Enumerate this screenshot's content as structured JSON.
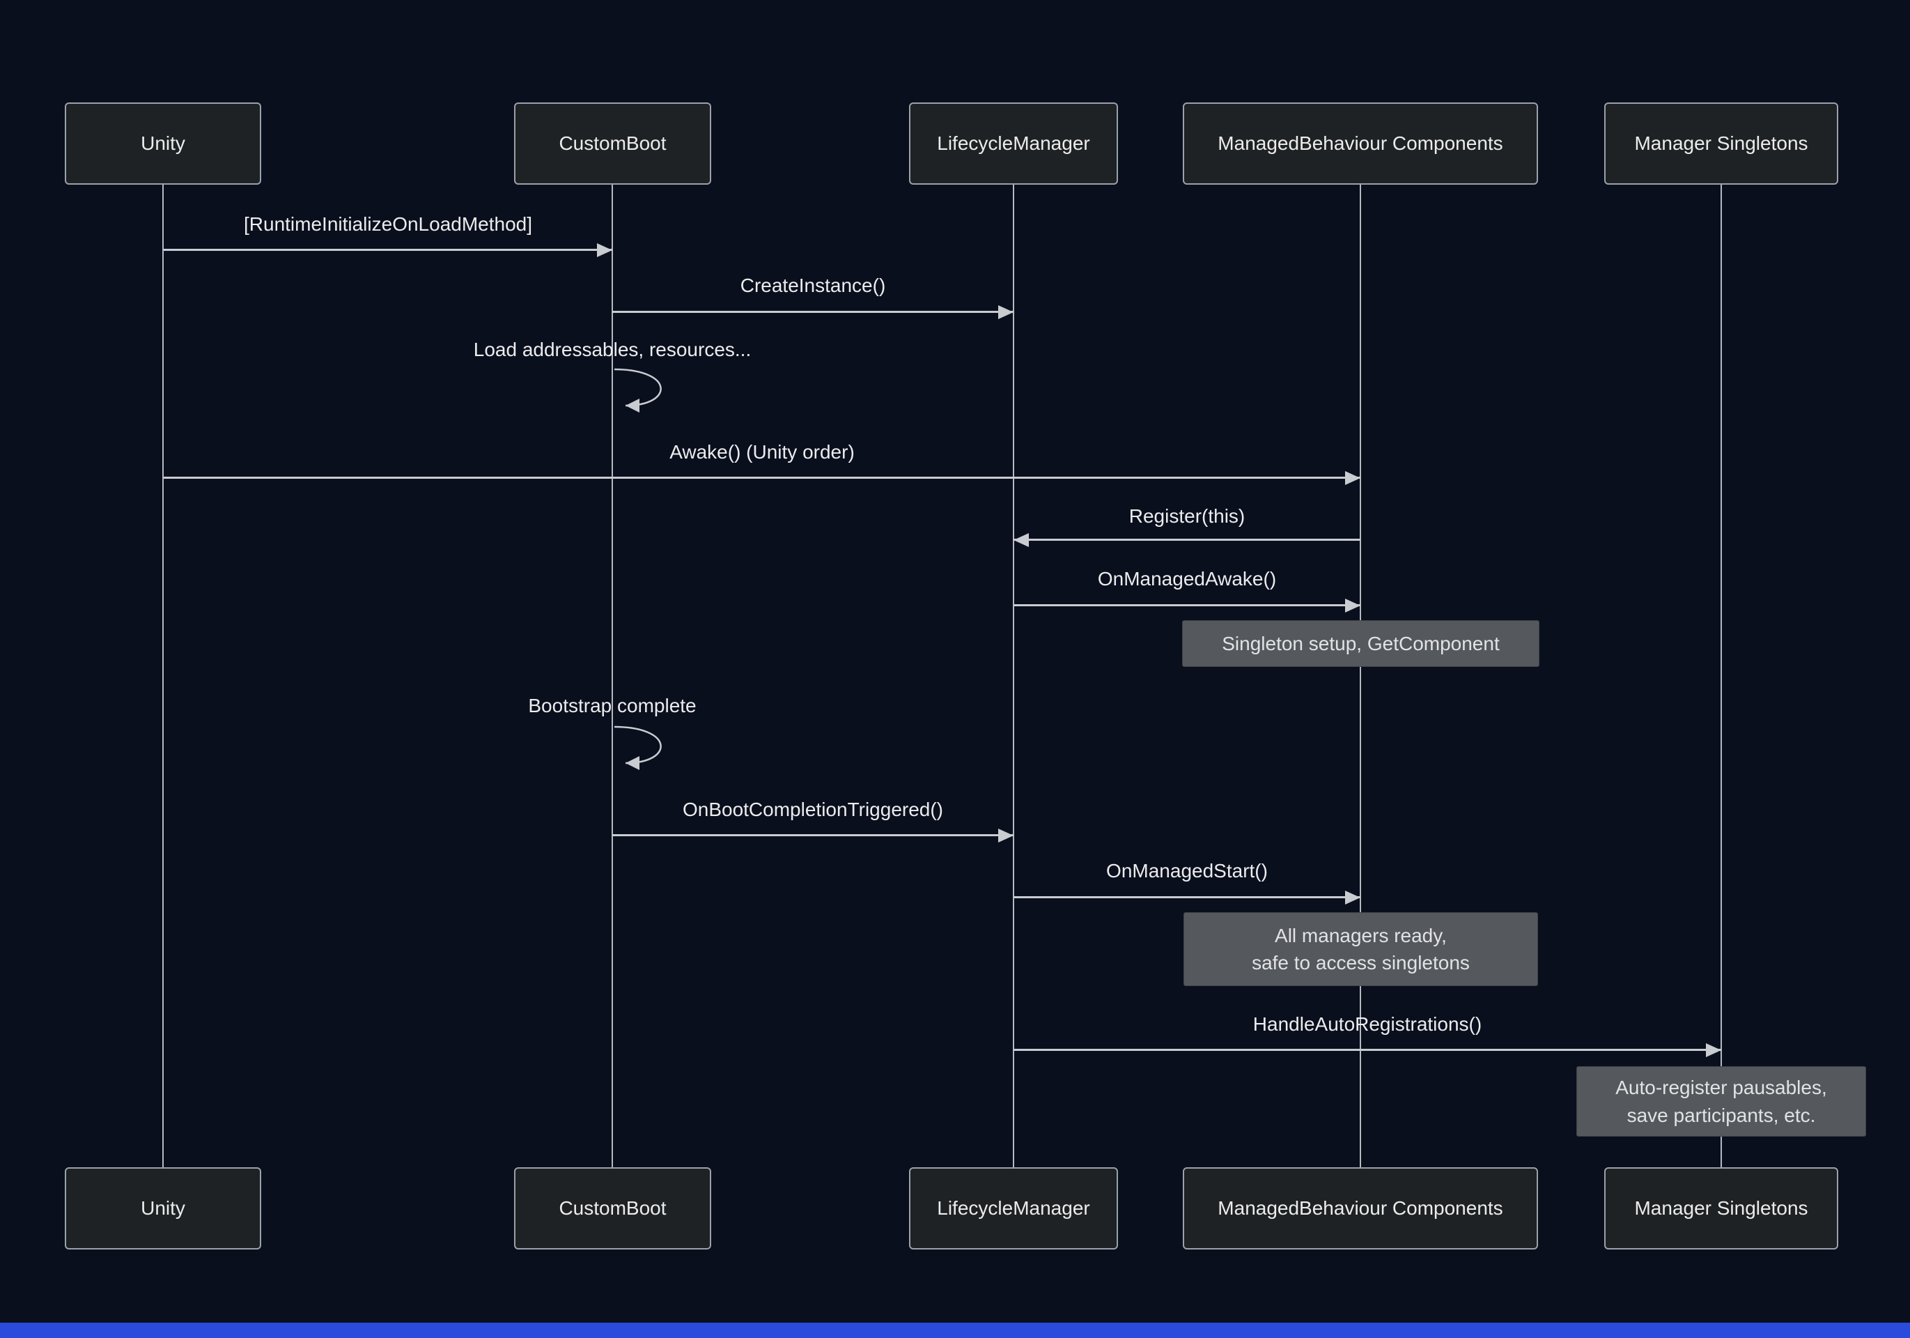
{
  "diagram_type": "sequence",
  "actors": [
    {
      "label": "Unity"
    },
    {
      "label": "CustomBoot"
    },
    {
      "label": "LifecycleManager"
    },
    {
      "label": "ManagedBehaviour Components"
    },
    {
      "label": "Manager Singletons"
    }
  ],
  "messages": [
    {
      "label": "[RuntimeInitializeOnLoadMethod]",
      "from": "Unity",
      "to": "CustomBoot",
      "kind": "arrow"
    },
    {
      "label": "CreateInstance()",
      "from": "CustomBoot",
      "to": "LifecycleManager",
      "kind": "arrow"
    },
    {
      "label": "Load addressables, resources...",
      "from": "CustomBoot",
      "to": "CustomBoot",
      "kind": "self"
    },
    {
      "label": "Awake() (Unity order)",
      "from": "Unity",
      "to": "ManagedBehaviour Components",
      "kind": "arrow"
    },
    {
      "label": "Register(this)",
      "from": "ManagedBehaviour Components",
      "to": "LifecycleManager",
      "kind": "arrow"
    },
    {
      "label": "OnManagedAwake()",
      "from": "LifecycleManager",
      "to": "ManagedBehaviour Components",
      "kind": "arrow"
    },
    {
      "label": "Bootstrap complete",
      "from": "CustomBoot",
      "to": "CustomBoot",
      "kind": "self"
    },
    {
      "label": "OnBootCompletionTriggered()",
      "from": "CustomBoot",
      "to": "LifecycleManager",
      "kind": "arrow"
    },
    {
      "label": "OnManagedStart()",
      "from": "LifecycleManager",
      "to": "ManagedBehaviour Components",
      "kind": "arrow"
    },
    {
      "label": "HandleAutoRegistrations()",
      "from": "LifecycleManager",
      "to": "Manager Singletons",
      "kind": "arrow"
    }
  ],
  "notes": [
    {
      "lines": [
        "Singleton setup, GetComponent"
      ],
      "over": "ManagedBehaviour Components"
    },
    {
      "lines": [
        "All managers ready,",
        "safe to access singletons"
      ],
      "over": "ManagedBehaviour Components"
    },
    {
      "lines": [
        "Auto-register pausables,",
        "save participants, etc."
      ],
      "over": "Manager Singletons"
    }
  ],
  "colors": {
    "background": "#0a0f1e",
    "actor_fill": "#1f2224",
    "actor_border": "#9aa1aa",
    "lifeline": "#b6bac0",
    "line": "#c9ccd0",
    "text": "#ececec",
    "note_fill": "#55585c",
    "note_border": "#404448",
    "note_text": "#e2e3e5",
    "bottom_bar": "#2a4bdb"
  }
}
